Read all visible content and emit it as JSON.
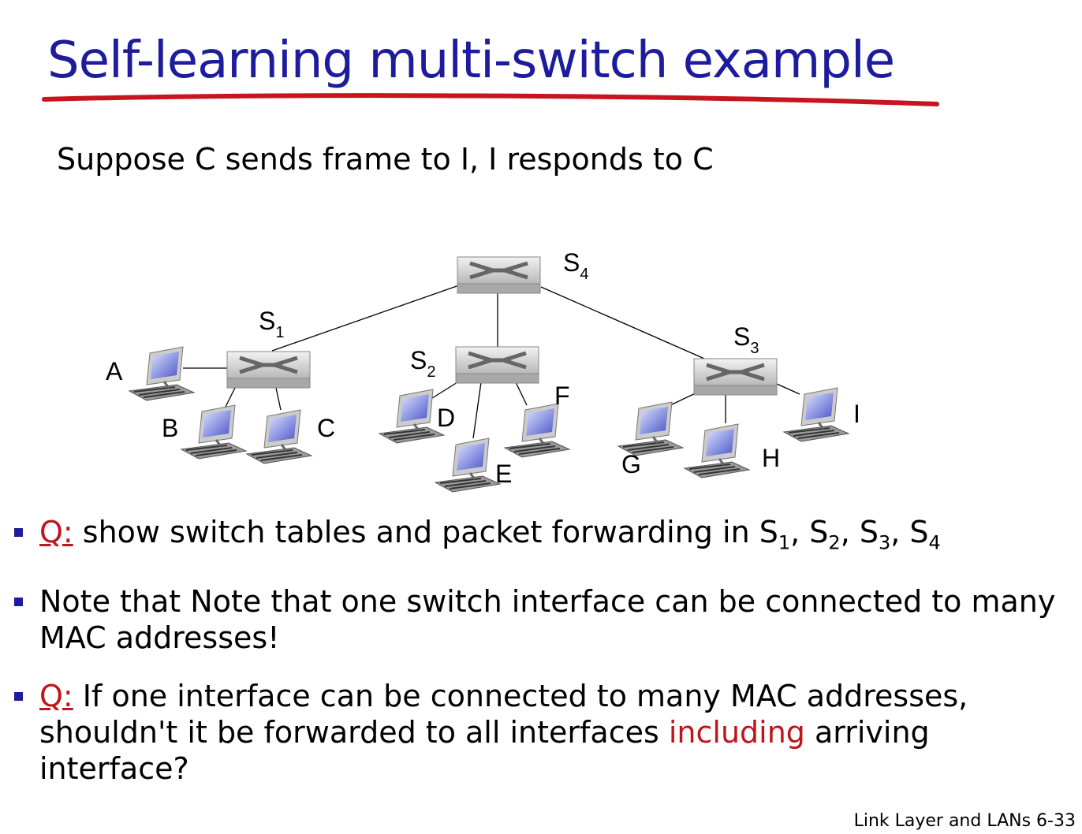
{
  "slide": {
    "title": "Self-learning multi-switch example",
    "subtitle": "Suppose C sends frame to I, I responds to C"
  },
  "diagram": {
    "switches": [
      {
        "id": "S4",
        "label": "S",
        "sub": "4"
      },
      {
        "id": "S1",
        "label": "S",
        "sub": "1"
      },
      {
        "id": "S2",
        "label": "S",
        "sub": "2"
      },
      {
        "id": "S3",
        "label": "S",
        "sub": "3"
      }
    ],
    "hosts": [
      "A",
      "B",
      "C",
      "D",
      "E",
      "F",
      "G",
      "H",
      "I"
    ]
  },
  "bullets": {
    "b1": {
      "q": "Q:",
      "text": " show switch tables and packet forwarding in S",
      "s1": "1",
      "c1": ", S",
      "s2": "2",
      "c2": ", S",
      "s3": "3",
      "c3": ", S",
      "s4": "4"
    },
    "b2": {
      "text": "Note that Note that one switch interface can be connected to many MAC addresses!"
    },
    "b3": {
      "q": "Q:",
      "pre": " If one interface can be connected to many MAC addresses, shouldn't it be forwarded to all interfaces ",
      "hl": "including",
      "post": " arriving interface?"
    }
  },
  "footer": "Link Layer and LANs  6-33",
  "colors": {
    "title": "#1c1c9c",
    "underline": "#c8141e",
    "accent": "#c0141c"
  }
}
